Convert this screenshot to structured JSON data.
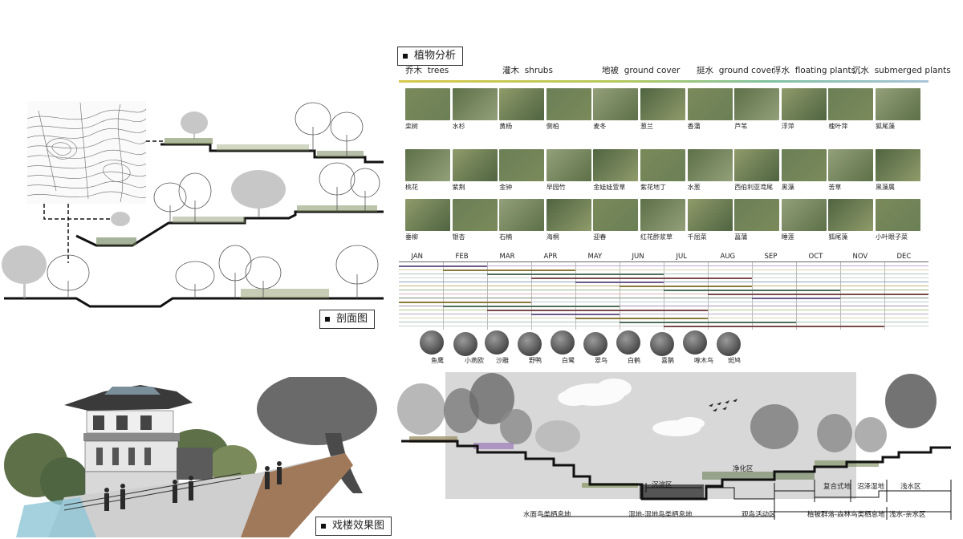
{
  "labels": {
    "plant_analysis": "植物分析",
    "section": "剖面图",
    "opera": "戏楼效果图"
  },
  "categories": [
    {
      "cn": "乔木",
      "en": "trees"
    },
    {
      "cn": "灌木",
      "en": "shrubs"
    },
    {
      "cn": "地被",
      "en": "ground cover"
    },
    {
      "cn": "挺水",
      "en": "ground cover"
    },
    {
      "cn": "浮水",
      "en": "floating plants"
    },
    {
      "cn": "沉水",
      "en": "submerged plants"
    }
  ],
  "colors": {
    "underline": [
      "#c9c23a",
      "#9fc36a",
      "#7fb8a8",
      "#a9c4d8"
    ],
    "photo_green": [
      "#7a8a5a",
      "#5d7048",
      "#8f9b6a",
      "#6b7f56",
      "#93a07a",
      "#4f6441"
    ]
  },
  "plants": {
    "row1": [
      "栾树",
      "水杉",
      "黄杨",
      "侧柏",
      "麦冬",
      "葱兰",
      "香蒲",
      "芦苇",
      "浮萍",
      "槐叶萍",
      "狐尾藻"
    ],
    "row2": [
      "桃花",
      "紫荆",
      "金钟",
      "早园竹",
      "金娃娃萱草",
      "紫花地丁",
      "水葱",
      "西伯利亚鸢尾",
      "黑藻",
      "苦草",
      "黑藻属"
    ],
    "row3": [
      "垂柳",
      "银杏",
      "石楠",
      "海桐",
      "迎春",
      "红花酢浆草",
      "千屈菜",
      "菖蒲",
      "睡莲",
      "狐尾藻",
      "小叶眼子菜"
    ]
  },
  "months": [
    "JAN",
    "FEB",
    "MAR",
    "APR",
    "MAY",
    "JUN",
    "JUL",
    "AUG",
    "SEP",
    "OCT",
    "NOV",
    "DEC"
  ],
  "birds": [
    "鱼鹰",
    "小燕欧",
    "沙雕",
    "野鸭",
    "白鹭",
    "翠鸟",
    "白鹤",
    "喜鹊",
    "啄木鸟",
    "斑鸠"
  ],
  "zones": {
    "upper": [
      "沉淀区",
      "净化区",
      "复合式地",
      "沼泽湿地",
      "浅水区"
    ],
    "lower": [
      "水面鸟类栖息地",
      "湿地-湿地鸟类栖息地",
      "观鸟活动区",
      "植被群落-森林鸟类栖息地",
      "浅水-亲水区"
    ]
  }
}
